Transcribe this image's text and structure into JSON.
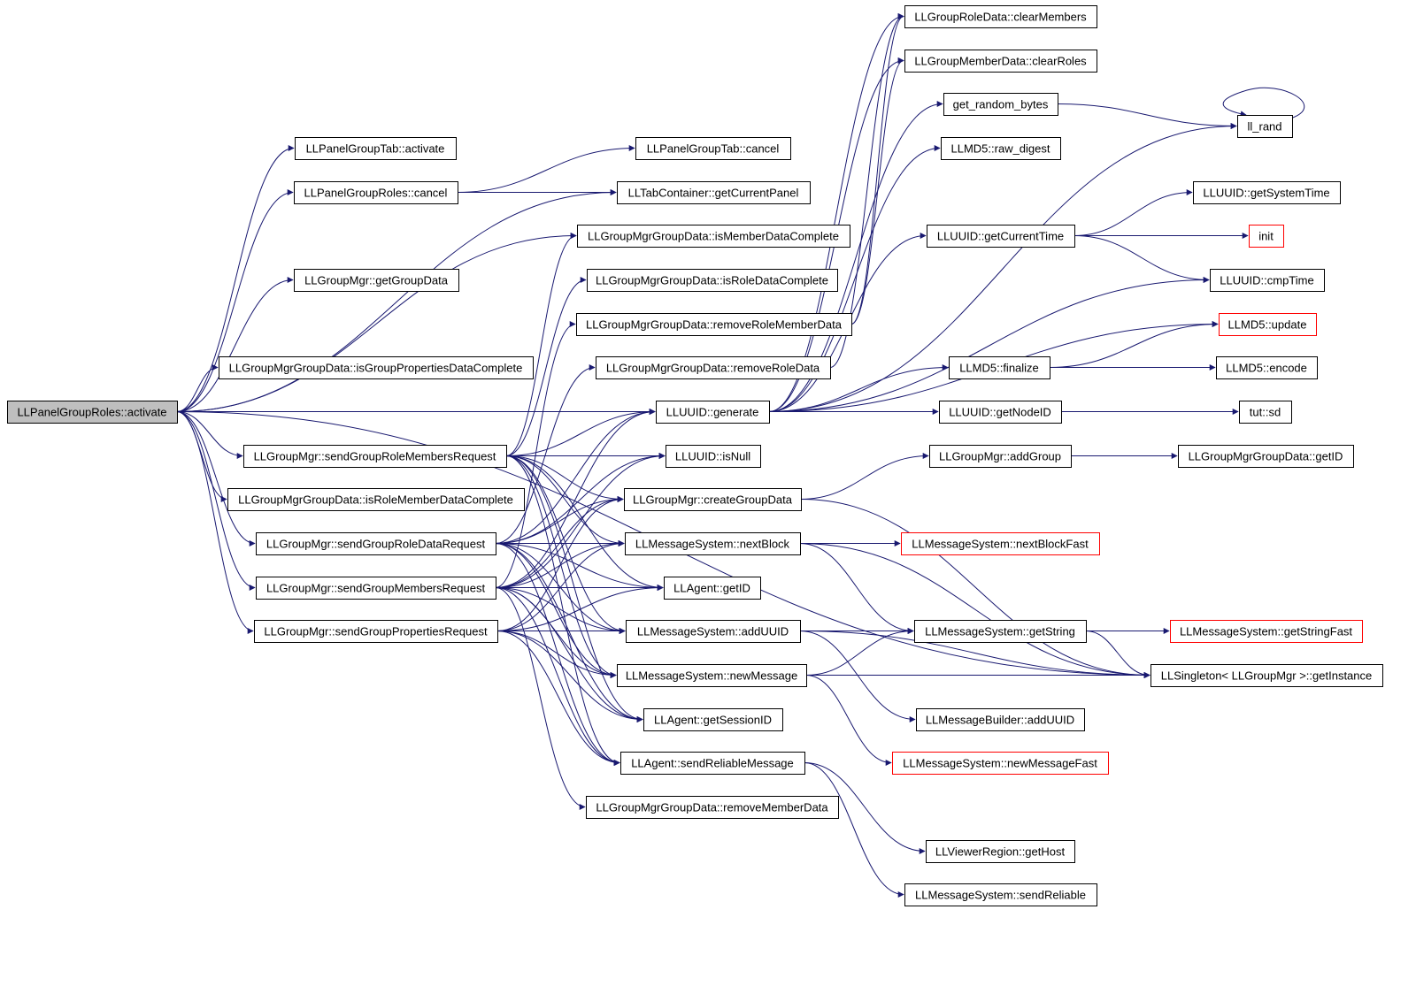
{
  "graph": {
    "colors": {
      "edge": "#191970",
      "node_border": "#000000",
      "node_border_external": "#ff0000",
      "root_fill": "#bfbfbf"
    },
    "nodes": [
      {
        "id": "root",
        "label": "LLPanelGroupRoles::activate"
      },
      {
        "id": "pgt_activate",
        "label": "LLPanelGroupTab::activate"
      },
      {
        "id": "pgr_cancel",
        "label": "LLPanelGroupRoles::cancel"
      },
      {
        "id": "gm_getGroupData",
        "label": "LLGroupMgr::getGroupData"
      },
      {
        "id": "gmgd_isGroupProps",
        "label": "LLGroupMgrGroupData::isGroupPropertiesDataComplete"
      },
      {
        "id": "gm_sendRoleMembers",
        "label": "LLGroupMgr::sendGroupRoleMembersRequest"
      },
      {
        "id": "gmgd_isRoleMember",
        "label": "LLGroupMgrGroupData::isRoleMemberDataComplete"
      },
      {
        "id": "gm_sendRoleData",
        "label": "LLGroupMgr::sendGroupRoleDataRequest"
      },
      {
        "id": "gm_sendMembers",
        "label": "LLGroupMgr::sendGroupMembersRequest"
      },
      {
        "id": "gm_sendProps",
        "label": "LLGroupMgr::sendGroupPropertiesRequest"
      },
      {
        "id": "pgt_cancel",
        "label": "LLPanelGroupTab::cancel"
      },
      {
        "id": "tab_getPanel",
        "label": "LLTabContainer::getCurrentPanel"
      },
      {
        "id": "gmgd_isMember",
        "label": "LLGroupMgrGroupData::isMemberDataComplete"
      },
      {
        "id": "gmgd_isRole",
        "label": "LLGroupMgrGroupData::isRoleDataComplete"
      },
      {
        "id": "gmgd_removeRoleMember",
        "label": "LLGroupMgrGroupData::removeRoleMemberData"
      },
      {
        "id": "gmgd_removeRole",
        "label": "LLGroupMgrGroupData::removeRoleData"
      },
      {
        "id": "uuid_generate",
        "label": "LLUUID::generate"
      },
      {
        "id": "uuid_isNull",
        "label": "LLUUID::isNull"
      },
      {
        "id": "gm_createGroupData",
        "label": "LLGroupMgr::createGroupData"
      },
      {
        "id": "ms_nextBlock",
        "label": "LLMessageSystem::nextBlock"
      },
      {
        "id": "agent_getID",
        "label": "LLAgent::getID"
      },
      {
        "id": "ms_addUUID",
        "label": "LLMessageSystem::addUUID"
      },
      {
        "id": "ms_newMessage",
        "label": "LLMessageSystem::newMessage"
      },
      {
        "id": "agent_getSessionID",
        "label": "LLAgent::getSessionID"
      },
      {
        "id": "agent_sendReliable",
        "label": "LLAgent::sendReliableMessage"
      },
      {
        "id": "gmgd_removeMember",
        "label": "LLGroupMgrGroupData::removeMemberData"
      },
      {
        "id": "grd_clearMembers",
        "label": "LLGroupRoleData::clearMembers"
      },
      {
        "id": "gmd_clearRoles",
        "label": "LLGroupMemberData::clearRoles"
      },
      {
        "id": "get_random_bytes",
        "label": "get_random_bytes"
      },
      {
        "id": "md5_raw_digest",
        "label": "LLMD5::raw_digest"
      },
      {
        "id": "uuid_getCurrentTime",
        "label": "LLUUID::getCurrentTime"
      },
      {
        "id": "md5_finalize",
        "label": "LLMD5::finalize"
      },
      {
        "id": "uuid_getNodeID",
        "label": "LLUUID::getNodeID"
      },
      {
        "id": "gm_addGroup",
        "label": "LLGroupMgr::addGroup"
      },
      {
        "id": "ms_nextBlockFast",
        "label": "LLMessageSystem::nextBlockFast"
      },
      {
        "id": "ms_getString",
        "label": "LLMessageSystem::getString"
      },
      {
        "id": "mb_addUUID",
        "label": "LLMessageBuilder::addUUID"
      },
      {
        "id": "ms_newMessageFast",
        "label": "LLMessageSystem::newMessageFast"
      },
      {
        "id": "vr_getHost",
        "label": "LLViewerRegion::getHost"
      },
      {
        "id": "ms_sendReliable",
        "label": "LLMessageSystem::sendReliable"
      },
      {
        "id": "ll_rand",
        "label": "ll_rand"
      },
      {
        "id": "uuid_getSystemTime",
        "label": "LLUUID::getSystemTime"
      },
      {
        "id": "init",
        "label": "init"
      },
      {
        "id": "uuid_cmpTime",
        "label": "LLUUID::cmpTime"
      },
      {
        "id": "md5_update",
        "label": "LLMD5::update"
      },
      {
        "id": "md5_encode",
        "label": "LLMD5::encode"
      },
      {
        "id": "tut_sd",
        "label": "tut::sd"
      },
      {
        "id": "gmgd_getID",
        "label": "LLGroupMgrGroupData::getID"
      },
      {
        "id": "ms_getStringFast",
        "label": "LLMessageSystem::getStringFast"
      },
      {
        "id": "singleton_getInstance",
        "label": "LLSingleton< LLGroupMgr >::getInstance"
      }
    ]
  }
}
